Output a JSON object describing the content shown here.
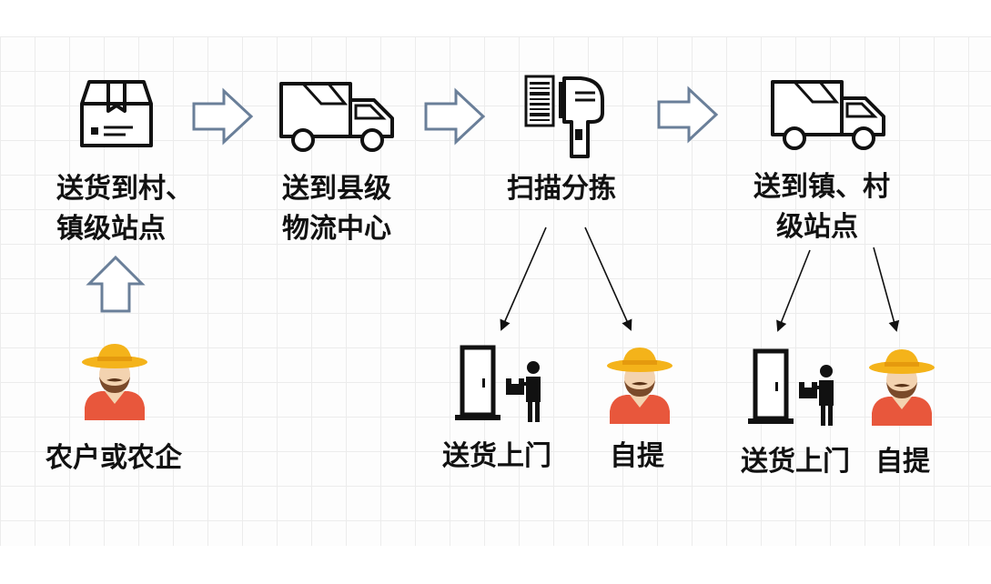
{
  "nodes": {
    "deliver_to_village": {
      "line1": "送货到村、",
      "line2": "镇级站点"
    },
    "county_center": {
      "line1": "送到县级",
      "line2": "物流中心"
    },
    "scan_sort": {
      "label": "扫描分拣"
    },
    "town_village": {
      "line1": "送到镇、村",
      "line2": "级站点"
    },
    "farmer": {
      "label": "农户或农企"
    },
    "door_delivery_1": {
      "label": "送货上门"
    },
    "self_pickup_1": {
      "label": "自提"
    },
    "door_delivery_2": {
      "label": "送货上门"
    },
    "self_pickup_2": {
      "label": "自提"
    }
  },
  "icons": {
    "package": "package-box-icon",
    "truck": "delivery-truck-icon",
    "scanner": "barcode-scanner-icon",
    "courier": "courier-at-door-icon",
    "farmer": "farmer-icon",
    "flow_arrow": "block-arrow-icon"
  },
  "colors": {
    "block_arrow_stroke": "#6a7f99",
    "hat": "#f4b31a",
    "shirt": "#e8573c",
    "skin": "#f3d3b0"
  }
}
